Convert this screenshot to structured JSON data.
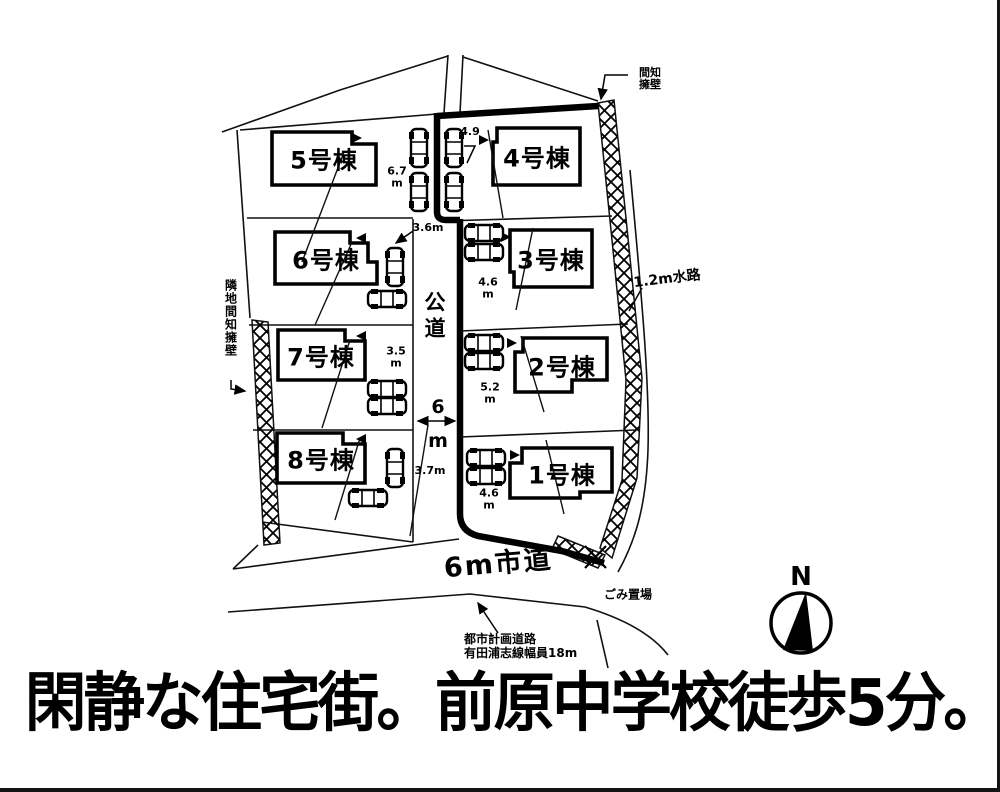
{
  "caption": "閑静な住宅街。前原中学校徒歩5分。",
  "buildings": {
    "b1": "1号棟",
    "b2": "2号棟",
    "b3": "3号棟",
    "b4": "4号棟",
    "b5": "5号棟",
    "b6": "6号棟",
    "b7": "7号棟",
    "b8": "8号棟"
  },
  "roads": {
    "public_road": "公道",
    "city_road": "6m市道",
    "width_value": "6",
    "width_unit": "m"
  },
  "dimensions": {
    "lot4_top": "4.9",
    "lot5_value": "6.7",
    "lot5_unit": "m",
    "lot6": "3.6m",
    "lot3_value": "4.6",
    "lot3_unit": "m",
    "lot7_value": "3.5",
    "lot7_unit": "m",
    "lot2_value": "5.2",
    "lot2_unit": "m",
    "lot8": "3.7m",
    "lot1_value": "4.6",
    "lot1_unit": "m"
  },
  "annotations": {
    "waterway": "1.2m水路",
    "garbage": "ごみ置場",
    "wall_right_1": "間知",
    "wall_right_2": "擁壁",
    "wall_left": "隣地間知擁壁",
    "city_plan_road_1": "都市計画道路",
    "city_plan_road_2": "有田浦志線幅員18m"
  },
  "compass": {
    "north": "N"
  }
}
